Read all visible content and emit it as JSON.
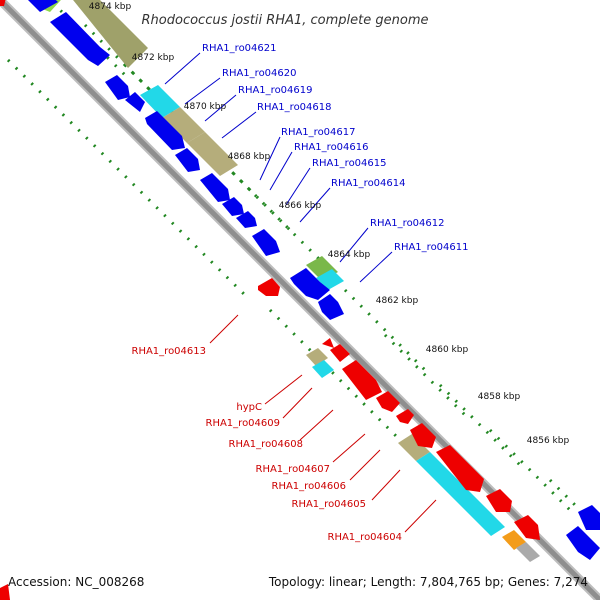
{
  "title": "Rhodococcus jostii RHA1, complete genome",
  "footer": {
    "accession": "Accession: NC_008268",
    "summary": "Topology: linear; Length: 7,804,765 bp; Genes: 7,274"
  },
  "ruler_labels": [
    "4874 kbp",
    "4872 kbp",
    "4870 kbp",
    "4868 kbp",
    "4866 kbp",
    "4864 kbp",
    "4862 kbp",
    "4860 kbp",
    "4858 kbp",
    "4856 kbp"
  ],
  "forward_gene_labels": [
    "RHA1_ro04621",
    "RHA1_ro04620",
    "RHA1_ro04619",
    "RHA1_ro04618",
    "RHA1_ro04617",
    "RHA1_ro04616",
    "RHA1_ro04615",
    "RHA1_ro04614",
    "RHA1_ro04612",
    "RHA1_ro04611"
  ],
  "reverse_gene_labels": [
    "RHA1_ro04613",
    "hypC",
    "RHA1_ro04609",
    "RHA1_ro04608",
    "RHA1_ro04607",
    "RHA1_ro04606",
    "RHA1_ro04605",
    "RHA1_ro04604"
  ],
  "colors": {
    "forward_cds": "#0000ee",
    "reverse_cds": "#ee0000",
    "hit_tan": "#b5ad7b",
    "hit_cyan": "#22d8e8",
    "hit_green": "#7ab84a",
    "hit_orange": "#f39c1a",
    "label_forward": "#0000cc",
    "label_reverse": "#cc0000",
    "tick_dots": "#228822",
    "backbone": "#8e8e8e"
  }
}
